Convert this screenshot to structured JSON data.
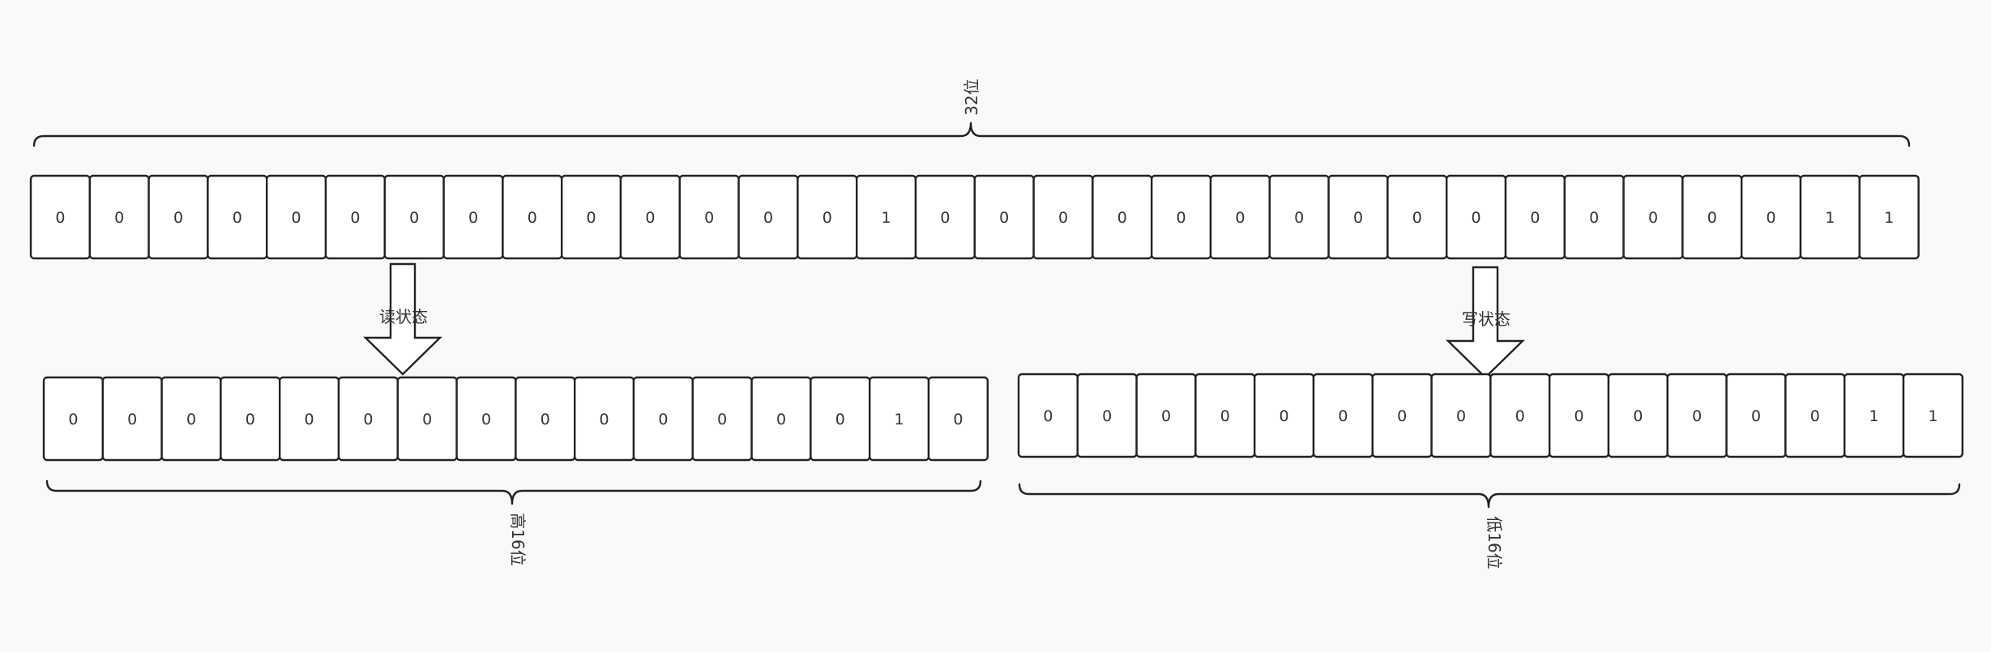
{
  "diagram": {
    "top": {
      "label": "32位",
      "bits": [
        "0",
        "0",
        "0",
        "0",
        "0",
        "0",
        "0",
        "0",
        "0",
        "0",
        "0",
        "0",
        "0",
        "0",
        "1",
        "0",
        "0",
        "0",
        "0",
        "0",
        "0",
        "0",
        "0",
        "0",
        "0",
        "0",
        "0",
        "0",
        "0",
        "0",
        "1",
        "1"
      ]
    },
    "high": {
      "label": "高16位",
      "arrow_label": "读状态",
      "bits": [
        "0",
        "0",
        "0",
        "0",
        "0",
        "0",
        "0",
        "0",
        "0",
        "0",
        "0",
        "0",
        "0",
        "0",
        "1",
        "0"
      ]
    },
    "low": {
      "label": "低16位",
      "arrow_label": "写状态",
      "bits": [
        "0",
        "0",
        "0",
        "0",
        "0",
        "0",
        "0",
        "0",
        "0",
        "0",
        "0",
        "0",
        "0",
        "0",
        "1",
        "1"
      ]
    }
  }
}
